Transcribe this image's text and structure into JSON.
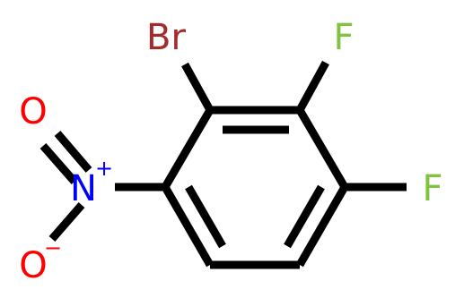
{
  "molecule": {
    "atoms": {
      "br": "Br",
      "f_upper": "F",
      "f_lower": "F",
      "n": "N",
      "n_charge": "+",
      "o_upper": "O",
      "o_lower": "O",
      "o_charge": "−"
    },
    "colors": {
      "bond": "#000000",
      "br": "#a52a2a",
      "f": "#81c341",
      "n": "#0000ff",
      "o": "#ff0000"
    }
  }
}
